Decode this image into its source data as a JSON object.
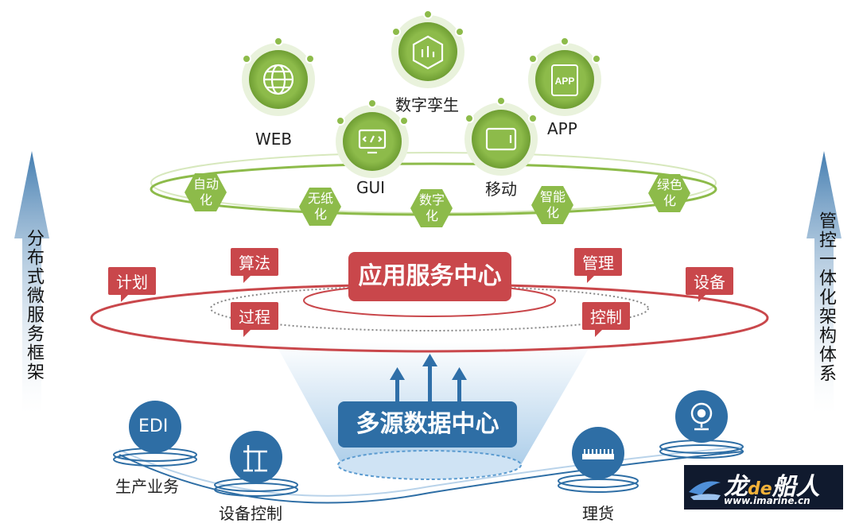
{
  "left_label": "分布式微服务框架",
  "right_label": "管控一体化架构体系",
  "top_icons": [
    {
      "label": "WEB",
      "icon": "globe-icon"
    },
    {
      "label": "数字孪生",
      "icon": "chart-box-icon"
    },
    {
      "label": "APP",
      "icon": "app-icon"
    },
    {
      "label": "GUI",
      "icon": "code-screen-icon"
    },
    {
      "label": "移动",
      "icon": "tablet-icon"
    }
  ],
  "hexagons": [
    {
      "label": "自动\n化"
    },
    {
      "label": "无纸\n化"
    },
    {
      "label": "数字\n化"
    },
    {
      "label": "智能\n化"
    },
    {
      "label": "绿色\n化"
    }
  ],
  "app_center": {
    "title": "应用服务中心"
  },
  "red_tags": [
    "计划",
    "算法",
    "过程",
    "管理",
    "控制",
    "设备"
  ],
  "data_center": {
    "title": "多源数据中心"
  },
  "bottom_nodes": [
    {
      "label": "EDI",
      "icon": "edi-icon"
    },
    {
      "label": "设备控制",
      "icon": "crane-icon"
    },
    {
      "label": "理货",
      "icon": "ruler-icon"
    },
    {
      "label": "",
      "icon": "webcam-icon"
    }
  ],
  "bottom_labels": [
    "生产业务",
    "设备控制",
    "理货"
  ],
  "logo": {
    "text_a": "龙",
    "text_de": "de",
    "text_b": "船人",
    "url": "www.imarine.cn"
  },
  "colors": {
    "green": "#8dbb4a",
    "red": "#c9474b",
    "blue": "#2e6ea5"
  }
}
